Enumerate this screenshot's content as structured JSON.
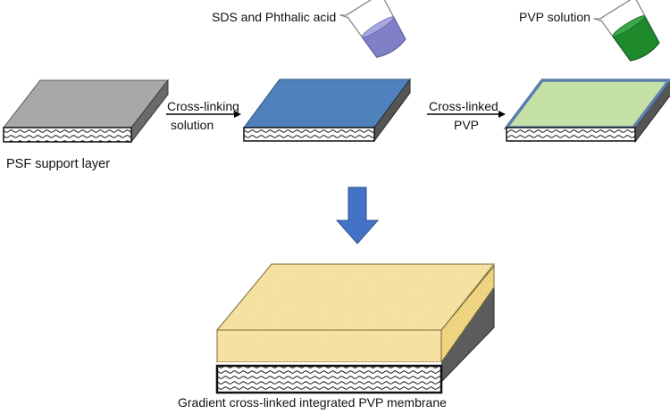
{
  "labels": {
    "psf_support_layer": "PSF support layer",
    "cross_linking_line1": "Cross-linking",
    "cross_linking_line2": "solution",
    "cross_linked_line1": "Cross-linked",
    "cross_linked_line2": "PVP",
    "sds_phthalic": "SDS and Phthalic acid",
    "pvp_solution": "PVP solution",
    "final_membrane": "Gradient cross-linked integrated PVP membrane"
  },
  "colors": {
    "psf_top": "#a8a8a8",
    "cross_linked_top": "#4f81bd",
    "pvp_top": "#c4e0a6",
    "pvp_border": "#5b7dac",
    "final_top": "#f8e6a8",
    "down_arrow": "#4472c4",
    "beaker_sds_liquid": "#8080c8",
    "beaker_pvp_liquid": "#1f8a2c"
  },
  "icons": {
    "beaker_sds": "beaker-icon",
    "beaker_pvp": "beaker-icon",
    "down_arrow": "down-arrow-icon"
  }
}
